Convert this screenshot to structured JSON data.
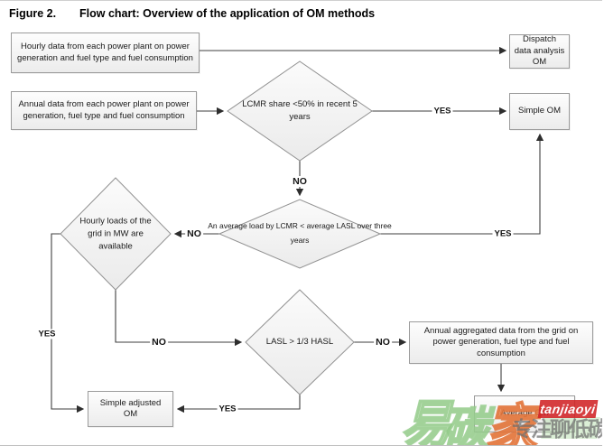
{
  "figure": {
    "label": "Figure 2.",
    "title": "Flow chart: Overview of the application of OM methods"
  },
  "nodes": {
    "hourly_data": "Hourly data from each power plant on power generation and fuel type and fuel consumption",
    "annual_data": "Annual data from each power plant on power generation, fuel type and fuel consumption",
    "dispatch_om": "Dispatch data analysis OM",
    "simple_om": "Simple OM",
    "annual_aggregated": "Annual aggregated data from the grid on power generation, fuel type and fuel consumption",
    "average_om": "Average OM",
    "simple_adjusted_om": "Simple adjusted OM"
  },
  "decisions": {
    "lcmr_share": "LCMR share <50% in recent 5 years",
    "avg_load": "An average load by LCMR < average LASL over three years",
    "hourly_loads": "Hourly loads of the grid in MW are available",
    "lasl": "LASL > 1/3 HASL"
  },
  "labels": {
    "yes": "YES",
    "no": "NO"
  },
  "watermark": {
    "char1": "易",
    "char2": "碳",
    "char3": "家",
    "badge_text": "tanjiaoyi",
    "tagline": "专注聊低碳",
    "brand_green": "#90c986",
    "brand_red": "#d02326"
  }
}
